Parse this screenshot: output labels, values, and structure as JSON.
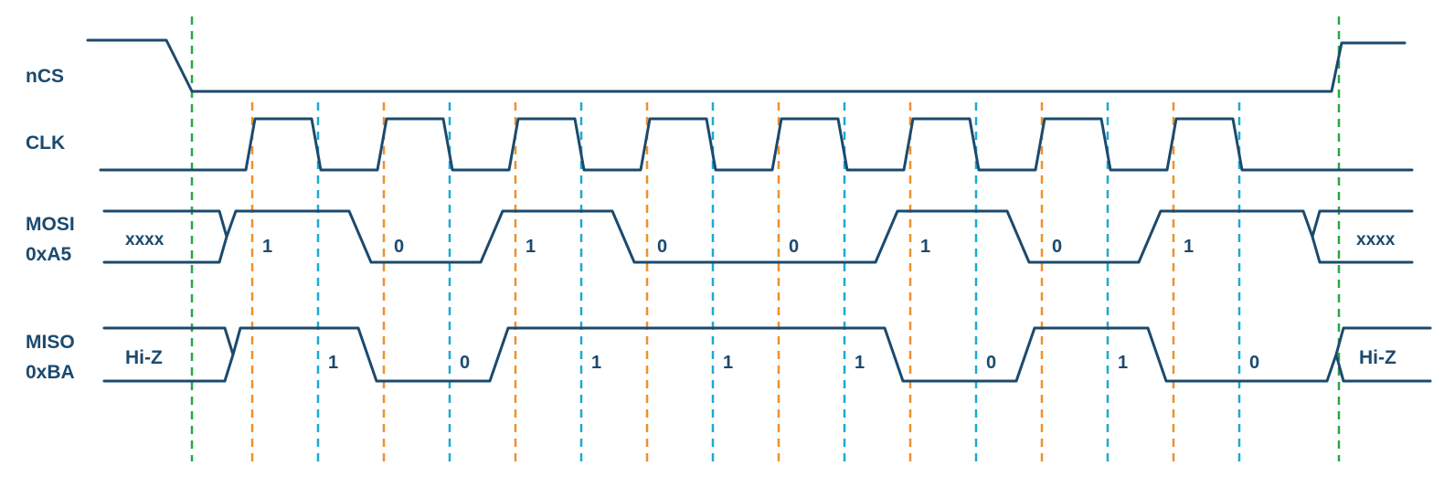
{
  "colors": {
    "signal": "#1b4a6e",
    "frame_marker": "#28a745",
    "sample_marker": "#f0902c",
    "shift_marker": "#1ca9d6",
    "background": "#ffffff"
  },
  "signals": {
    "ncs": {
      "label": "nCS"
    },
    "clk": {
      "label": "CLK"
    },
    "mosi": {
      "label_line1": "MOSI",
      "label_line2": "0xA5",
      "idle_before": "xxxx",
      "idle_after": "xxxx",
      "bits": [
        "1",
        "0",
        "1",
        "0",
        "0",
        "1",
        "0",
        "1"
      ]
    },
    "miso": {
      "label_line1": "MISO",
      "label_line2": "0xBA",
      "idle_before": "Hi-Z",
      "idle_after": "Hi-Z",
      "bits": [
        "1",
        "0",
        "1",
        "1",
        "1",
        "0",
        "1",
        "0"
      ]
    }
  },
  "clock_cycles": 8
}
